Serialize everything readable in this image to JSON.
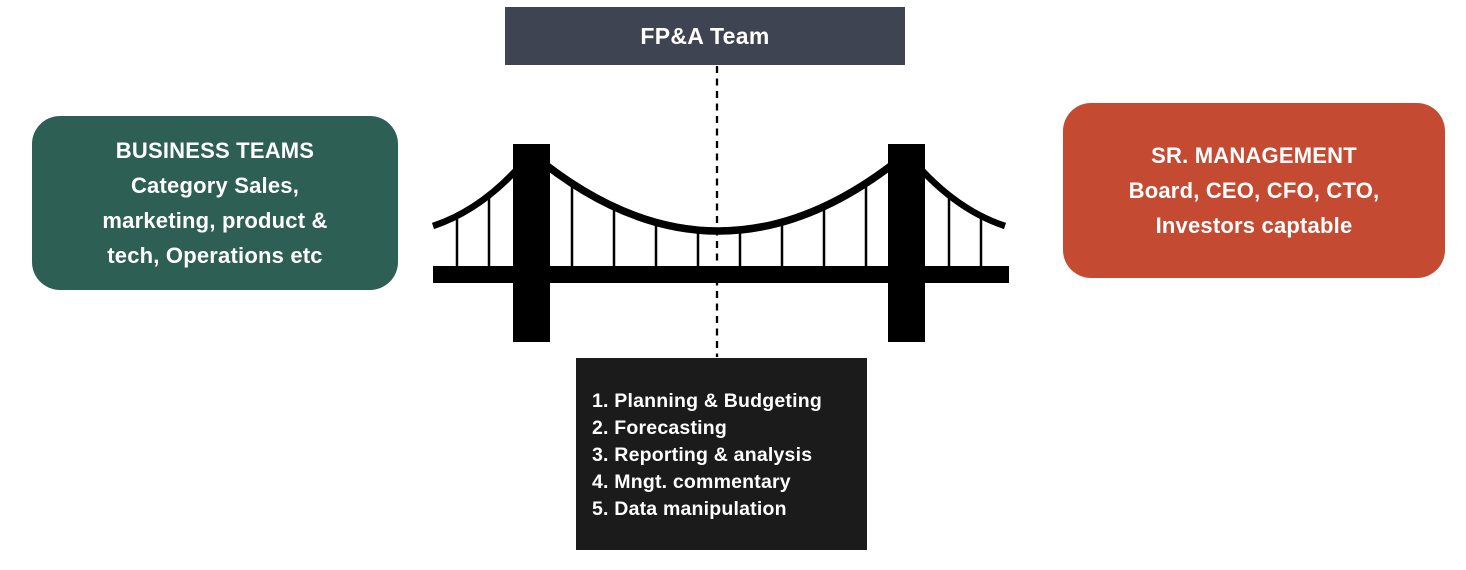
{
  "colors": {
    "header-bg": "#3E4451",
    "business-bg": "#2E5F54",
    "management-bg": "#C44A32",
    "functions-bg": "#1B1B1B",
    "text-light": "#FFFFFF",
    "line": "#000000"
  },
  "fpa_box": {
    "label": "FP&A Team"
  },
  "business_box": {
    "title": "BUSINESS TEAMS",
    "subtitle": "Category Sales,\nmarketing, product &\ntech, Operations etc"
  },
  "management_box": {
    "title": "SR. MANAGEMENT",
    "subtitle": "Board, CEO, CFO, CTO,\nInvestors captable"
  },
  "functions_box": {
    "items": [
      "1. Planning & Budgeting",
      "2. Forecasting",
      "3. Reporting & analysis",
      "4. Mngt. commentary",
      "5. Data manipulation"
    ]
  },
  "illustration": "suspension-bridge"
}
